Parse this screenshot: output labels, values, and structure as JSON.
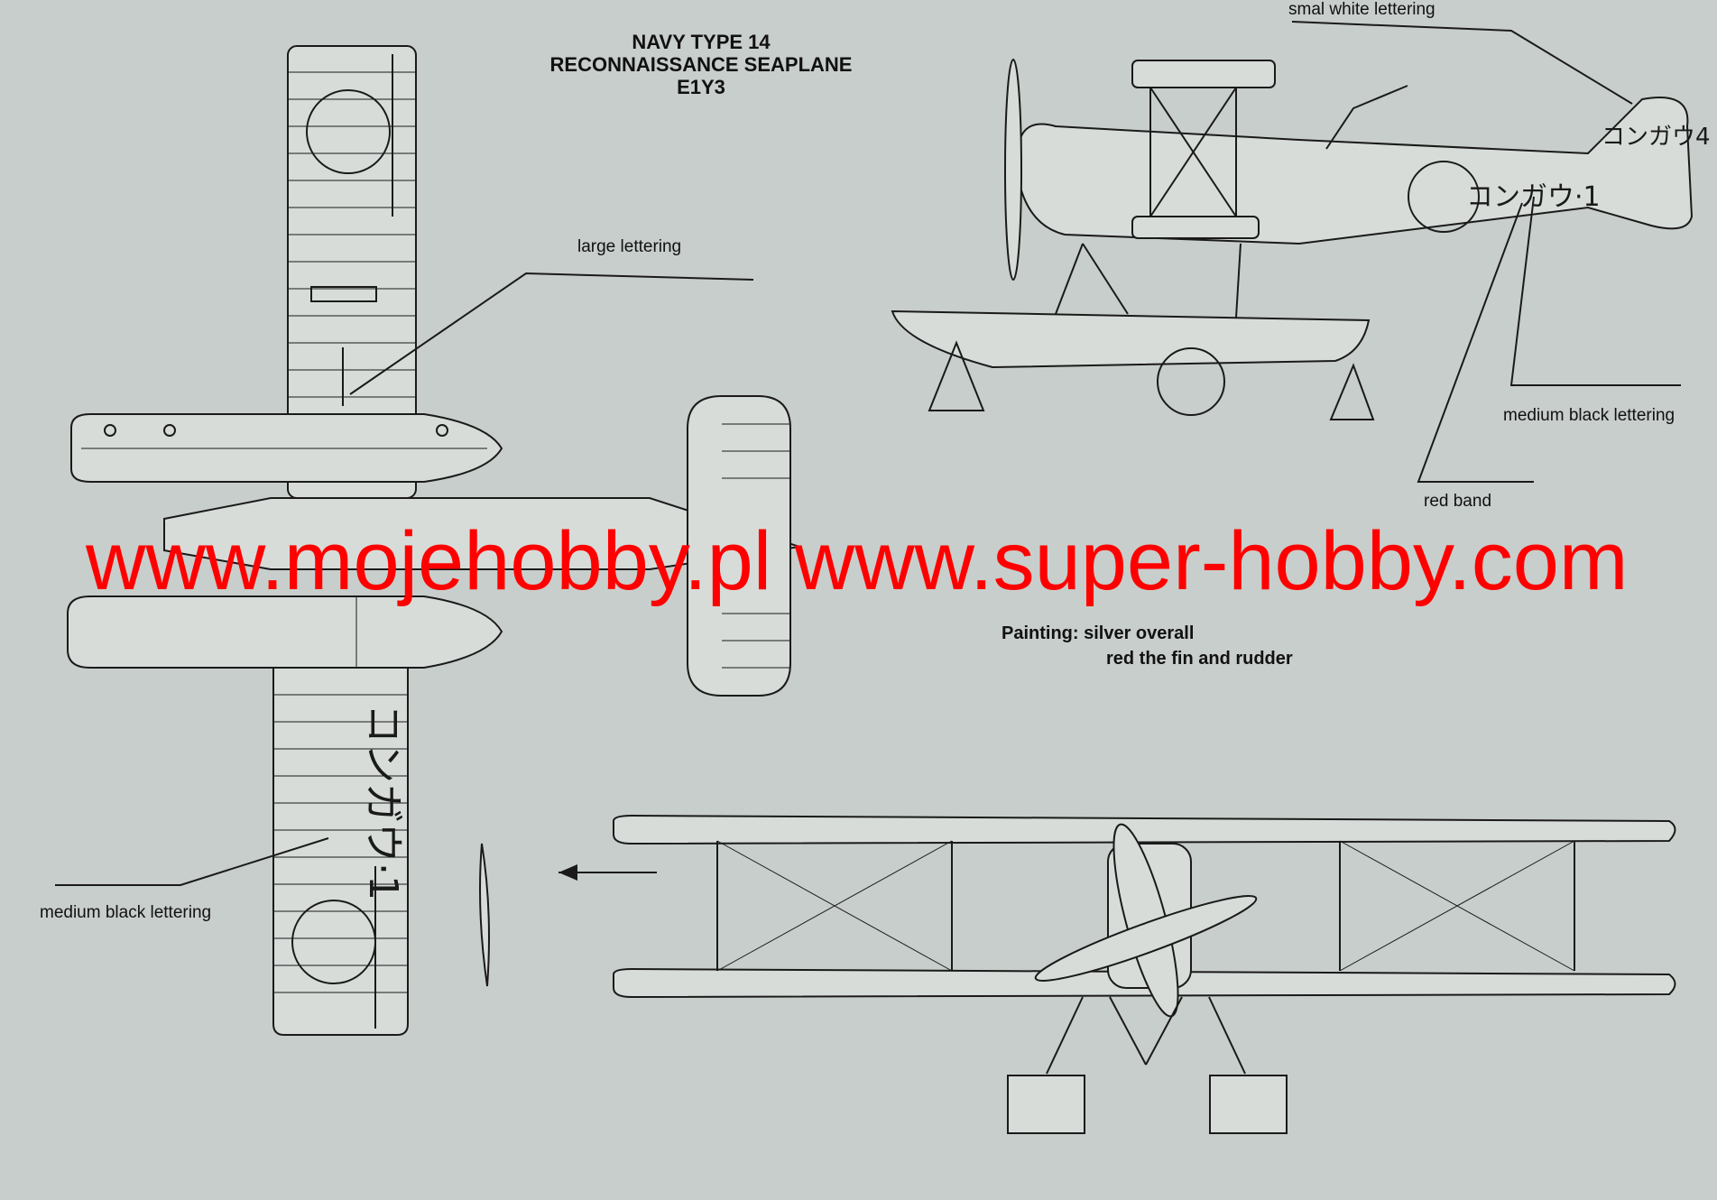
{
  "title": {
    "line1": "NAVY TYPE 14",
    "line2": "RECONNAISSANCE SEAPLANE",
    "line3": "E1Y3"
  },
  "labels": {
    "small_white": "smal white lettering",
    "large": "large lettering",
    "medium_black_right": "medium black lettering",
    "red_band": "red band",
    "medium_black_left": "medium black lettering"
  },
  "painting": {
    "line1": "Painting:  silver overall",
    "line2": "red the fin and rudder"
  },
  "watermark": "www.mojehobby.pl www.super-hobby.com",
  "colors": {
    "background": "#c8cecb",
    "watermark": "#ff0000",
    "ink": "#1a1a1a"
  }
}
